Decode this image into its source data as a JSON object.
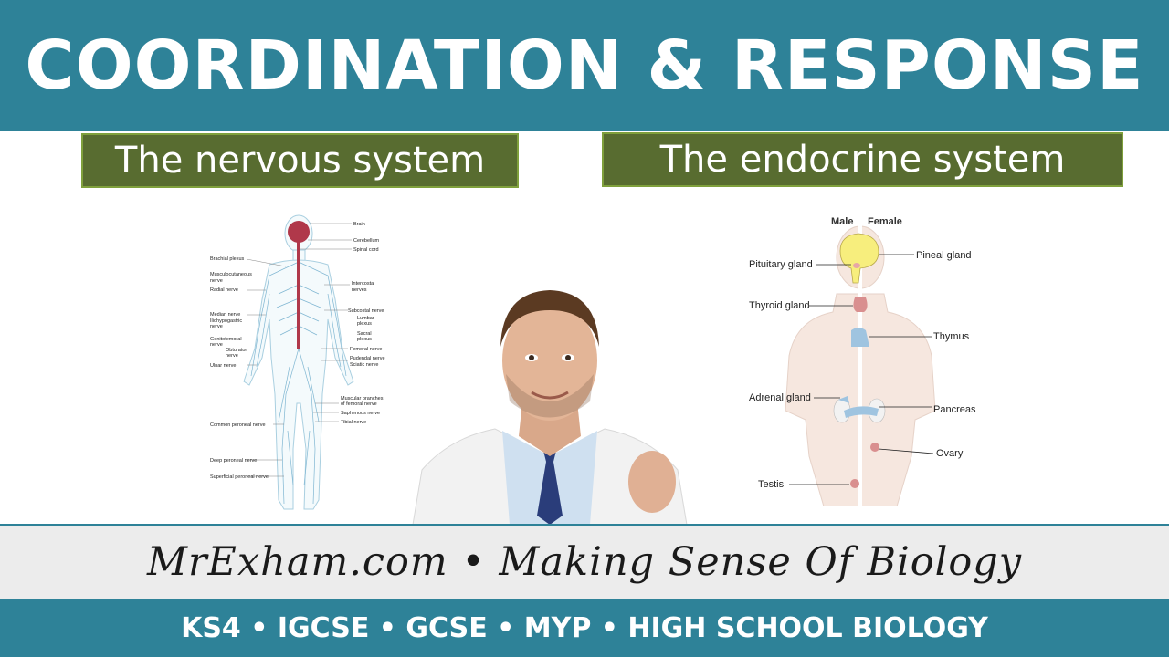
{
  "header": {
    "title": "COORDINATION & RESPONSE"
  },
  "sections": {
    "nervous_label": "The nervous system",
    "endocrine_label": "The endocrine system"
  },
  "nervous_diagram": {
    "labels": {
      "brain": "Brain",
      "cerebellum": "Cerebellum",
      "spinal_cord": "Spinal cord",
      "brachial_plexus": "Brachial plexus",
      "musculocutaneous": "Musculocutaneous",
      "nerve": "nerve",
      "radial_nerve": "Radial nerve",
      "intercostal": "Intercostal",
      "nerves": "nerves",
      "subcostal_nerve": "Subcostal nerve",
      "median_nerve": "Median nerve",
      "iliohypogastric": "Iliohypogastric",
      "lumbar": "Lumbar",
      "plexus": "plexus",
      "sacral": "Sacral",
      "genitofemoral": "Genitofemoral",
      "obturator": "Obturator",
      "femoral_nerve": "Femoral nerve",
      "pudendal_nerve": "Pudendal nerve",
      "sciatic_nerve": "Sciatic nerve",
      "ulnar_nerve": "Ulnar nerve",
      "muscular_branches": "Muscular branches",
      "of_femoral_nerve": "of femoral nerve",
      "saphenous_nerve": "Saphenous nerve",
      "common_peroneal_nerve": "Common peroneal nerve",
      "tibial_nerve": "Tibial nerve",
      "deep_peroneal_nerve": "Deep peroneal nerve",
      "superficial_peroneal_nerve": "Superficial peroneal nerve"
    }
  },
  "endocrine_diagram": {
    "labels": {
      "male": "Male",
      "female": "Female",
      "pineal_gland": "Pineal gland",
      "pituitary_gland": "Pituitary gland",
      "thyroid_gland": "Thyroid gland",
      "thymus": "Thymus",
      "adrenal_gland": "Adrenal gland",
      "pancreas": "Pancreas",
      "ovary": "Ovary",
      "testis": "Testis"
    }
  },
  "footer": {
    "tagline": "MrExham.com • Making Sense Of Biology",
    "levels": "KS4 • IGCSE • GCSE • MYP • HIGH SCHOOL BIOLOGY"
  },
  "colors": {
    "banner": "#2e8298",
    "label_box": "#586c30",
    "label_border": "#7fa03c"
  }
}
